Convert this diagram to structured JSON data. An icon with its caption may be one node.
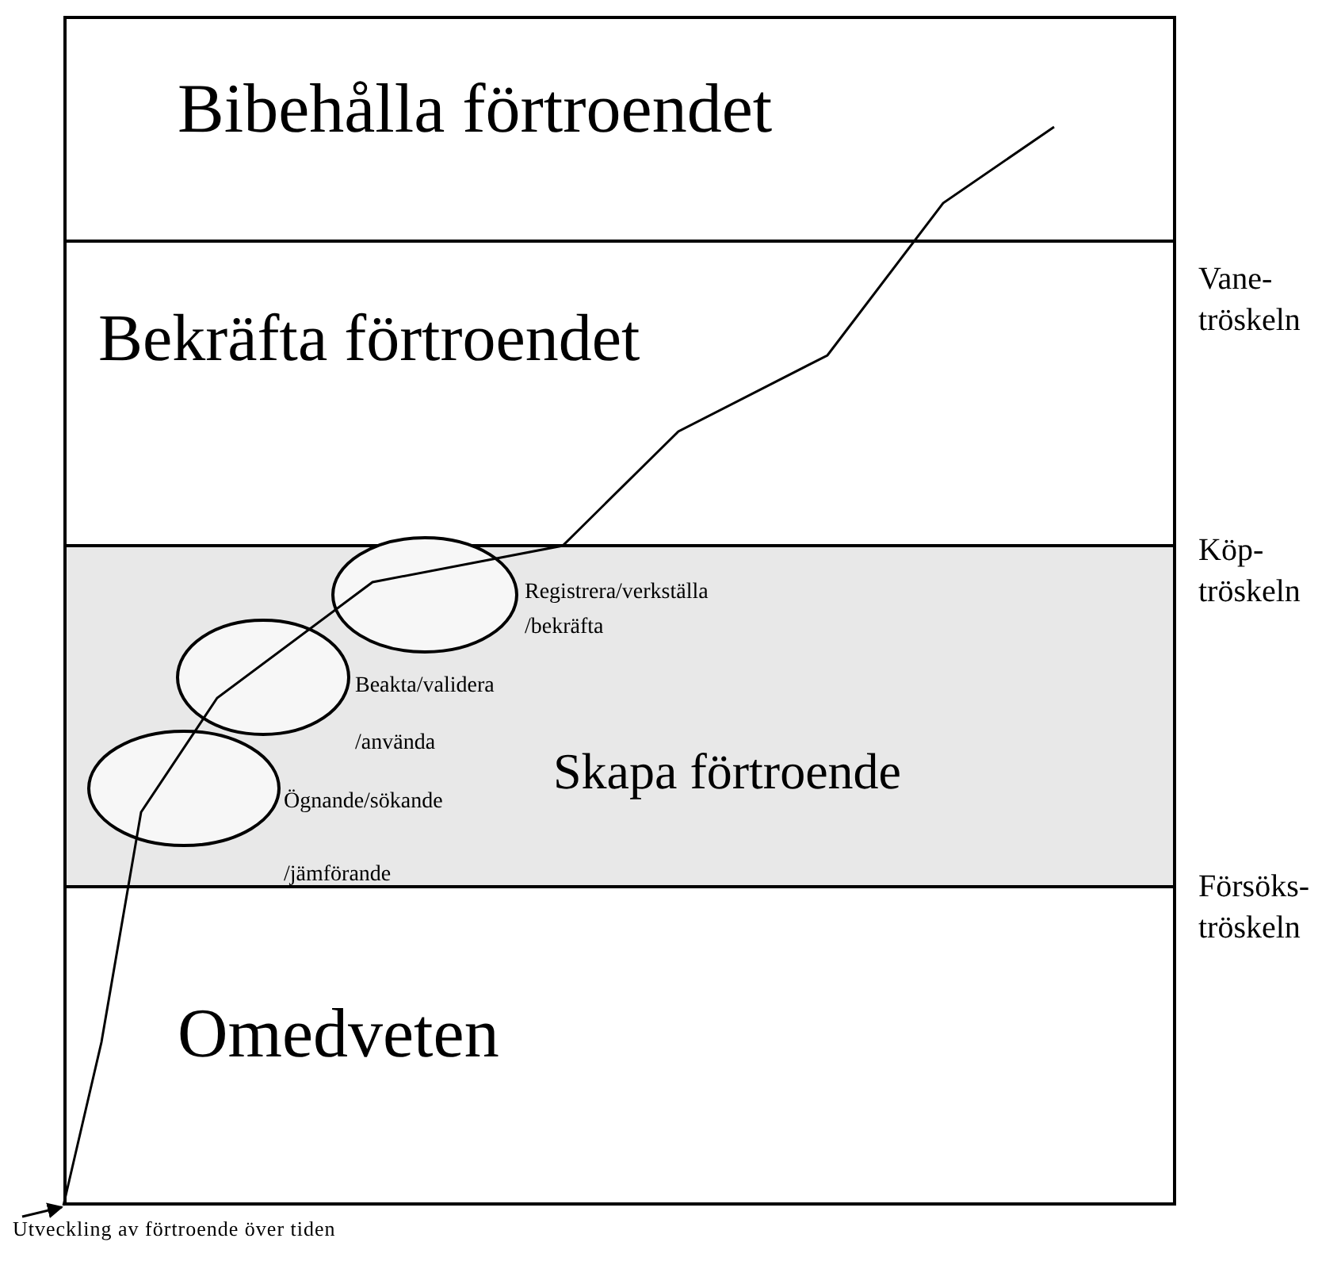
{
  "diagram": {
    "nodes": [
      {
        "text": [
          "Bibehålla förtroendet"
        ]
      },
      {
        "text": [
          "Bekräfta förtroendet"
        ]
      },
      {
        "text": [
          "Skapa förtroende"
        ]
      },
      {
        "text": [
          "Omedveten"
        ]
      },
      {
        "text": [],
        "shape": "ellipse",
        "in": 2,
        "beside": [
          "Ögnande/sökande /jämförande"
        ]
      },
      {
        "text": [],
        "shape": "ellipse",
        "in": 2,
        "beside": [
          "Beakta/validera /använda"
        ]
      },
      {
        "text": [],
        "shape": "ellipse",
        "in": 2,
        "beside": [
          "Registrera/verkställa /bekräfta"
        ]
      },
      {
        "text": [
          "Utveckling av förtroende över tiden"
        ]
      }
    ],
    "edges": [
      {
        "from": 7,
        "to": 3,
        "arrow": "to"
      }
    ],
    "labels": [
      "Vane- tröskeln",
      "Köp- tröskeln",
      "Försöks- tröskeln"
    ]
  }
}
